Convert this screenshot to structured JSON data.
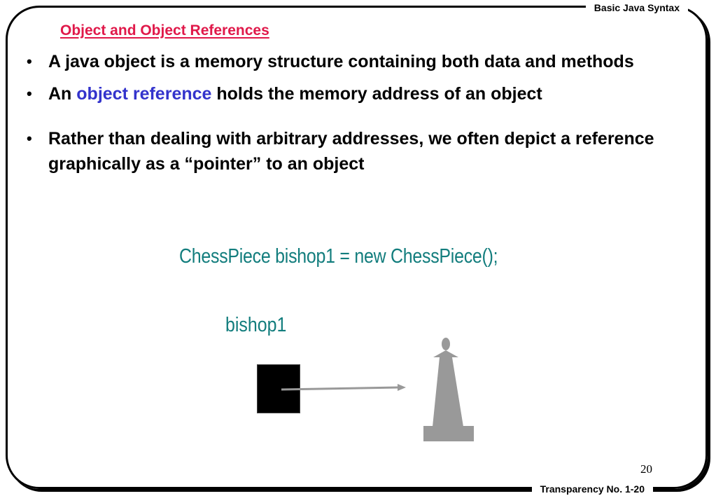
{
  "header": {
    "label": "Basic Java Syntax"
  },
  "footer": {
    "label": "Transparency No. 1-20"
  },
  "slide": {
    "title": "Object and Object References",
    "page_number": "20",
    "bullets": [
      {
        "marker": "•",
        "text": "A java object is a memory structure containing both data and methods"
      },
      {
        "marker": "•",
        "text_before": "An ",
        "highlight": "object reference",
        "text_after": " holds the memory address of an object"
      },
      {
        "marker": "•",
        "text": "Rather than dealing with arbitrary addresses, we often depict a reference graphically as a “pointer” to an object"
      }
    ],
    "code": "ChessPiece bishop1 = new ChessPiece();",
    "variable_label": "bishop1"
  },
  "colors": {
    "title": "#e0194a",
    "highlight": "#3333cc",
    "code": "#127d7d",
    "arrow": "#999999",
    "bishop_piece": "#999999",
    "reference_box": "#000000"
  }
}
